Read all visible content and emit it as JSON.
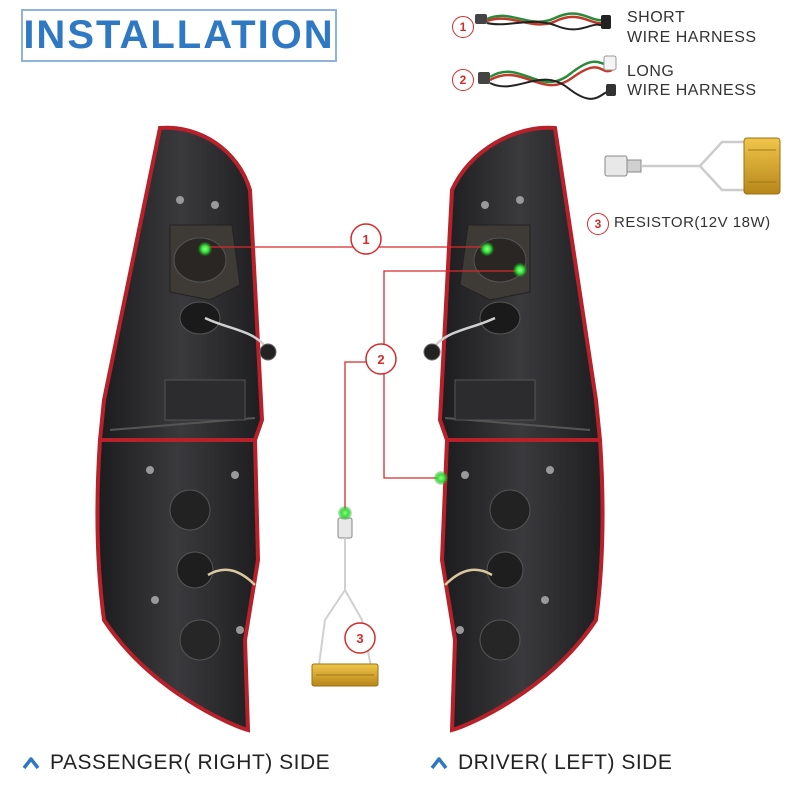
{
  "title": "INSTALLATION",
  "legend": [
    {
      "number": "1",
      "line1": "SHORT",
      "line2": "WIRE HARNESS"
    },
    {
      "number": "2",
      "line1": "LONG",
      "line2": "WIRE HARNESS"
    },
    {
      "number": "3",
      "line1": "RESISTOR(12V 18W)",
      "line2": ""
    }
  ],
  "callouts": {
    "one": "1",
    "two": "2",
    "three": "3"
  },
  "side_labels": {
    "passenger": "PASSENGER( RIGHT) SIDE",
    "driver": "DRIVER( LEFT) SIDE"
  },
  "colors": {
    "title_blue": "#2f78c4",
    "callout_red": "#d62b2b",
    "connector_green": "#38e23a",
    "lamp_shell": "#2a2a2c",
    "lens_red": "#c0282d",
    "resistor_gold": "#d9a520"
  }
}
